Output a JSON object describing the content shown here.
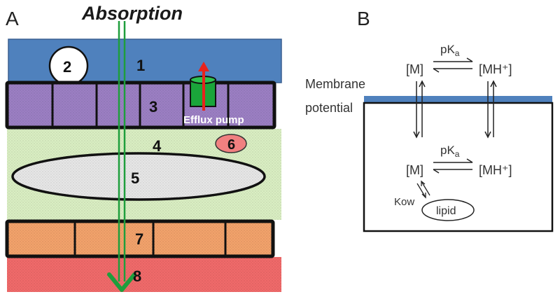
{
  "panel_a": {
    "label": "A",
    "title": "Absorption",
    "numbers": {
      "n1": "1",
      "n2": "2",
      "n3": "3",
      "n4": "4",
      "n5": "5",
      "n6": "6",
      "n7": "7",
      "n8": "8"
    },
    "efflux_label": "Efflux pump",
    "colors": {
      "layer1": "#4f81bd",
      "layer3": "#9b7fc3",
      "layer4": "#d9eec2",
      "layer7": "#f2a26b",
      "layer8": "#f06a6a",
      "arrow": "#1e9e3c",
      "efflux_arrow": "#e8231d",
      "pump": "#1aa53a",
      "cell6": "#f08080"
    }
  },
  "panel_b": {
    "label": "B",
    "membrane_label_line1": "Membrane",
    "membrane_label_line2": "potential",
    "top_left_species": "[M]",
    "top_right_species": "[MH⁺]",
    "bottom_left_species": "[M]",
    "bottom_right_species": "[MH⁺]",
    "pka_text": "pK",
    "pka_sub": "a",
    "kow": "Kow",
    "lipid": "lipid",
    "colors": {
      "membrane": "#4f81bd"
    }
  }
}
